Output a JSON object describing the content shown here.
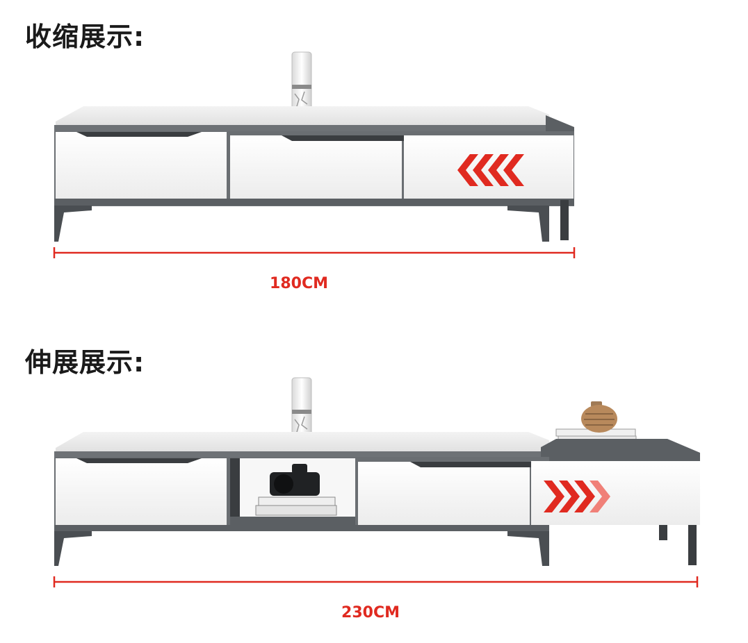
{
  "sections": {
    "collapsed": {
      "title": "收缩展示:",
      "dimension": "180CM"
    },
    "extended": {
      "title": "伸展展示:",
      "dimension": "230CM"
    }
  },
  "colors": {
    "accent": "#e02a20",
    "frame": "#5b5f63",
    "panel": "#f4f4f4",
    "top": "#e6e6e6",
    "text": "#1a1a1a"
  },
  "icons": {
    "collapse_arrows": "chevron-left-icon",
    "extend_arrows": "chevron-right-icon"
  }
}
